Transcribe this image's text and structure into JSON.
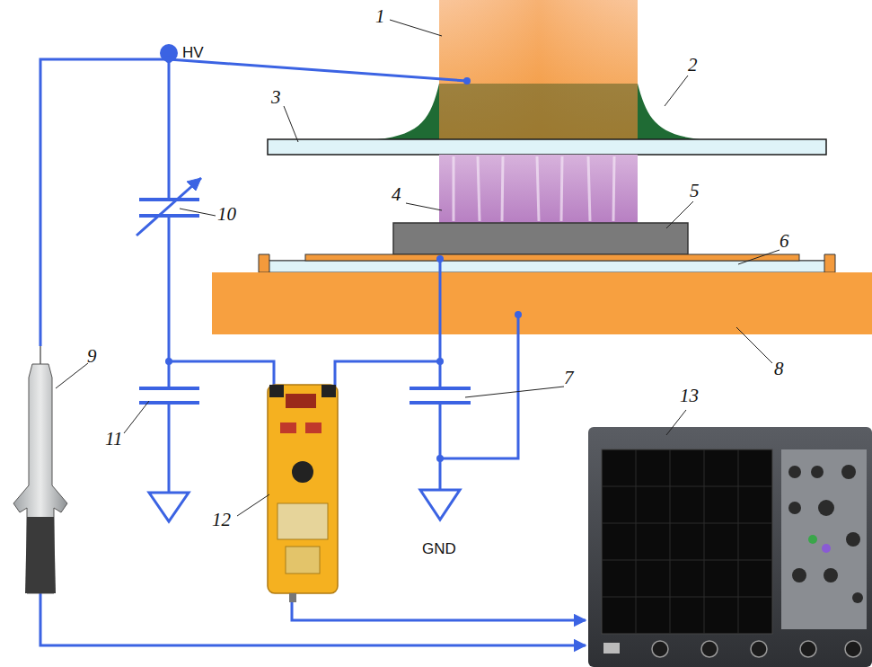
{
  "diagram": {
    "labels": [
      "HV",
      "1",
      "2",
      "3",
      "10",
      "4",
      "5",
      "6",
      "9",
      "8",
      "7",
      "11",
      "13",
      "12",
      "GND"
    ]
  }
}
